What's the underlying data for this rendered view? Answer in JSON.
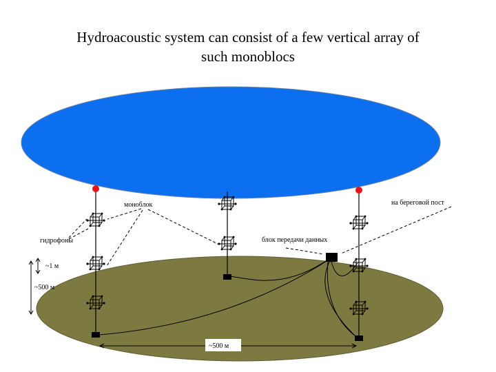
{
  "title": {
    "line1": "Hydroacoustic system can consist of a few vertical array of",
    "line2": "such monoblocs"
  },
  "labels": {
    "monoblock": "моноблок",
    "hydrophone": "гидрофоны",
    "shore_post": "на береговой пост",
    "data_unit": "блок передачи данных",
    "spacing_small": "~1 м",
    "depth": "~500 м",
    "distance": "~500 м"
  },
  "colors": {
    "sea_surface": "#0b6ff0",
    "seabed": "#7d7a41",
    "buoy": "#e8141b"
  }
}
